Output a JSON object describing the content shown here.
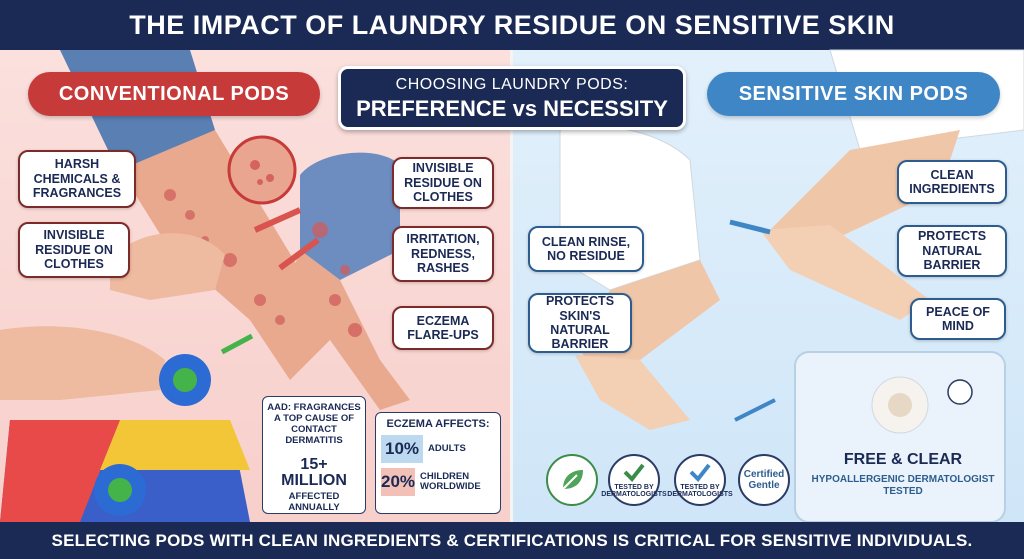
{
  "title": "THE IMPACT OF LAUNDRY RESIDUE ON SENSITIVE SKIN",
  "left_header": "CONVENTIONAL PODS",
  "right_header": "SENSITIVE SKIN PODS",
  "center": {
    "line1": "CHOOSING LAUNDRY PODS:",
    "line2": "PREFERENCE vs NECESSITY"
  },
  "left_callouts": {
    "harsh": "HARSH CHEMICALS & FRAGRANCES",
    "invisible_left": "INVISIBLE RESIDUE ON CLOTHES",
    "invisible_right": "INVISIBLE RESIDUE ON CLOTHES",
    "irritation": "IRRITATION, REDNESS, RASHES",
    "eczema": "ECZEMA FLARE-UPS"
  },
  "right_callouts": {
    "clean_rinse": "CLEAN RINSE, NO RESIDUE",
    "protects_skin": "PROTECTS SKIN'S NATURAL BARRIER",
    "clean_ingredients": "CLEAN INGREDIENTS",
    "protects_barrier": "PROTECTS NATURAL BARRIER",
    "peace": "PEACE OF MIND"
  },
  "aad_box": {
    "text": "AAD: FRAGRANCES A TOP CAUSE OF CONTACT DERMATITIS",
    "number": "15+ MILLION",
    "sub": "AFFECTED ANNUALLY"
  },
  "eczema_box": {
    "heading": "ECZEMA AFFECTS:",
    "rows": [
      {
        "pct": "10%",
        "label": "ADULTS"
      },
      {
        "pct": "20%",
        "label": "CHILDREN WORLDWIDE"
      }
    ]
  },
  "badges": {
    "tested1": "TESTED BY DERMATOLOGISTS",
    "tested2": "TESTED BY DERMATOLOGISTS",
    "certified": "Certified Gentle"
  },
  "bag": {
    "title": "FREE & CLEAR",
    "subtitle": "HYPOALLERGENIC DERMATOLOGIST TESTED"
  },
  "footer": "SELECTING PODS WITH CLEAN INGREDIENTS & CERTIFICATIONS IS CRITICAL FOR SENSITIVE INDIVIDUALS.",
  "colors": {
    "navy": "#1b2a55",
    "red": "#c73a3a",
    "blue": "#3f86c6",
    "pink_bg": "#fbe0dd",
    "blue_bg": "#e2f0fb"
  }
}
